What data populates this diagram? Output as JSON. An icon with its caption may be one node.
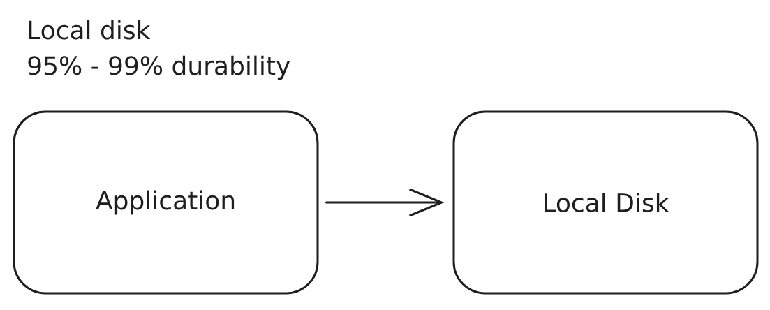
{
  "diagram": {
    "nodes": [
      {
        "text": [
          "Application"
        ]
      },
      {
        "text": [
          "Local Disk"
        ]
      }
    ],
    "edges": [
      {
        "from": 0,
        "to": 1,
        "arrow": "to"
      }
    ],
    "labels": [
      "Local disk",
      "95% - 99% durability"
    ]
  }
}
